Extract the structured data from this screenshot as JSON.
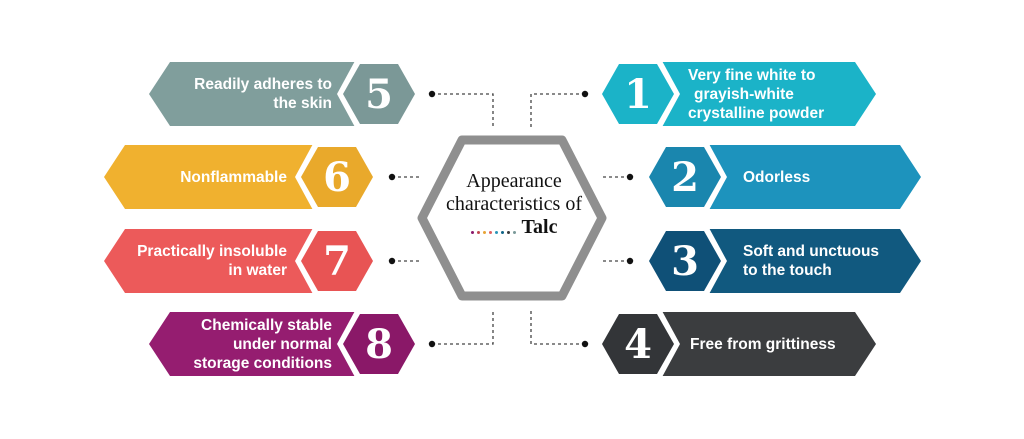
{
  "center": {
    "line1": "Appearance",
    "line2": "characteristics of",
    "brand": "Talc",
    "dot_colors": [
      "#8b1a6b",
      "#c2484f",
      "#e8a436",
      "#e06060",
      "#2a95b8",
      "#0f6487",
      "#3a3a3a",
      "#7b9a99"
    ]
  },
  "items": [
    {
      "number": "1",
      "lines": [
        "Very fine white to",
        "grayish-white",
        "crystalline powder"
      ],
      "color": "#1bb3c8",
      "hex_color": "#1bb3c8"
    },
    {
      "number": "2",
      "lines": [
        "Odorless"
      ],
      "color": "#1d93bd",
      "hex_color": "#1a86ae"
    },
    {
      "number": "3",
      "lines": [
        "Soft and unctuous",
        "to the touch"
      ],
      "color": "#11597f",
      "hex_color": "#0f5077"
    },
    {
      "number": "4",
      "lines": [
        "Free from grittiness"
      ],
      "color": "#3b3d3f",
      "hex_color": "#333538"
    },
    {
      "number": "5",
      "lines": [
        "Readily adheres to",
        "the skin"
      ],
      "color": "#809e9c",
      "hex_color": "#7b9897"
    },
    {
      "number": "6",
      "lines": [
        "Nonflammable"
      ],
      "color": "#f0b12f",
      "hex_color": "#e9a92b"
    },
    {
      "number": "7",
      "lines": [
        "Practically insoluble",
        "in water"
      ],
      "color": "#ec5a5a",
      "hex_color": "#e85454"
    },
    {
      "number": "8",
      "lines": [
        "Chemically stable",
        "under normal",
        "storage conditions"
      ],
      "color": "#951d70",
      "hex_color": "#8a1868"
    }
  ]
}
